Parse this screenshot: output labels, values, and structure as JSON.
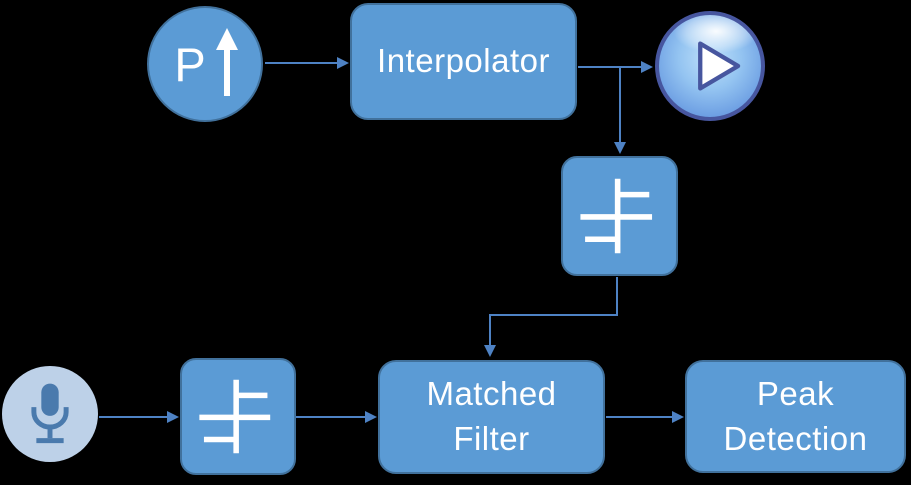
{
  "diagram": {
    "background_color": "#000000",
    "node_fill_color": "#5b9bd5",
    "node_border_color": "#41719c",
    "connector_color": "#4e82c4",
    "node_text_color": "#ffffff",
    "play_icon_colors": {
      "ring": "#47569f",
      "body": "#8fc0f0",
      "triangle": "#ffffff"
    },
    "mic_icon_colors": {
      "circle": "#bdd1e8",
      "glyph": "#4a7aad"
    },
    "nodes": {
      "pulse_source": {
        "label": "P",
        "icon": "up-arrow-icon"
      },
      "interpolator": {
        "label": "Interpolator"
      },
      "play_output": {
        "icon": "play-icon"
      },
      "quantizer_top": {
        "icon": "quantizer-icon"
      },
      "microphone_input": {
        "icon": "microphone-icon"
      },
      "quantizer_bottom": {
        "icon": "quantizer-icon"
      },
      "matched_filter": {
        "label_line1": "Matched",
        "label_line2": "Filter"
      },
      "peak_detection": {
        "label_line1": "Peak",
        "label_line2": "Detection"
      }
    }
  }
}
